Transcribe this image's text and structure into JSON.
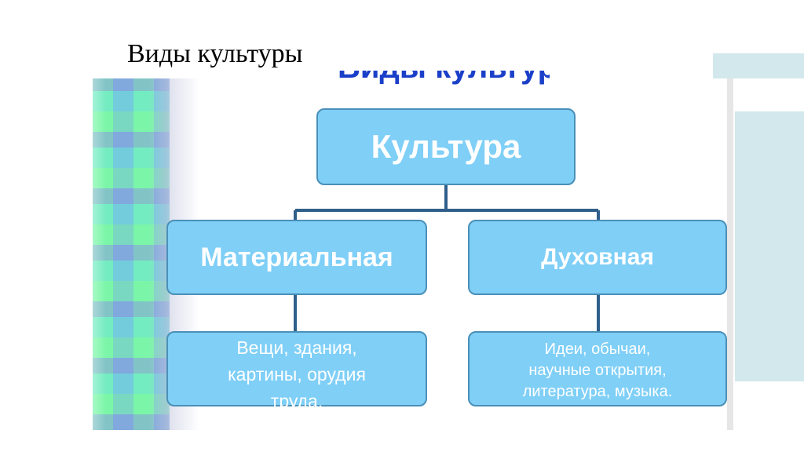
{
  "slide": {
    "title": "Виды культуры",
    "clipped_heading": "Виды культуры"
  },
  "diagram": {
    "root": {
      "label": "Культура"
    },
    "branches": [
      {
        "label": "Материальная",
        "examples": [
          "Вещи, здания,",
          "картины, орудия",
          "труда."
        ]
      },
      {
        "label": "Духовная",
        "examples": [
          "Идеи, обычаи,",
          "научные открытия,",
          "литература, музыка."
        ]
      }
    ]
  },
  "colors": {
    "node_fill": "#7fcff7",
    "node_border": "#4a90b8",
    "connector": "#2f5f8a",
    "node_text": "#ffffff"
  }
}
